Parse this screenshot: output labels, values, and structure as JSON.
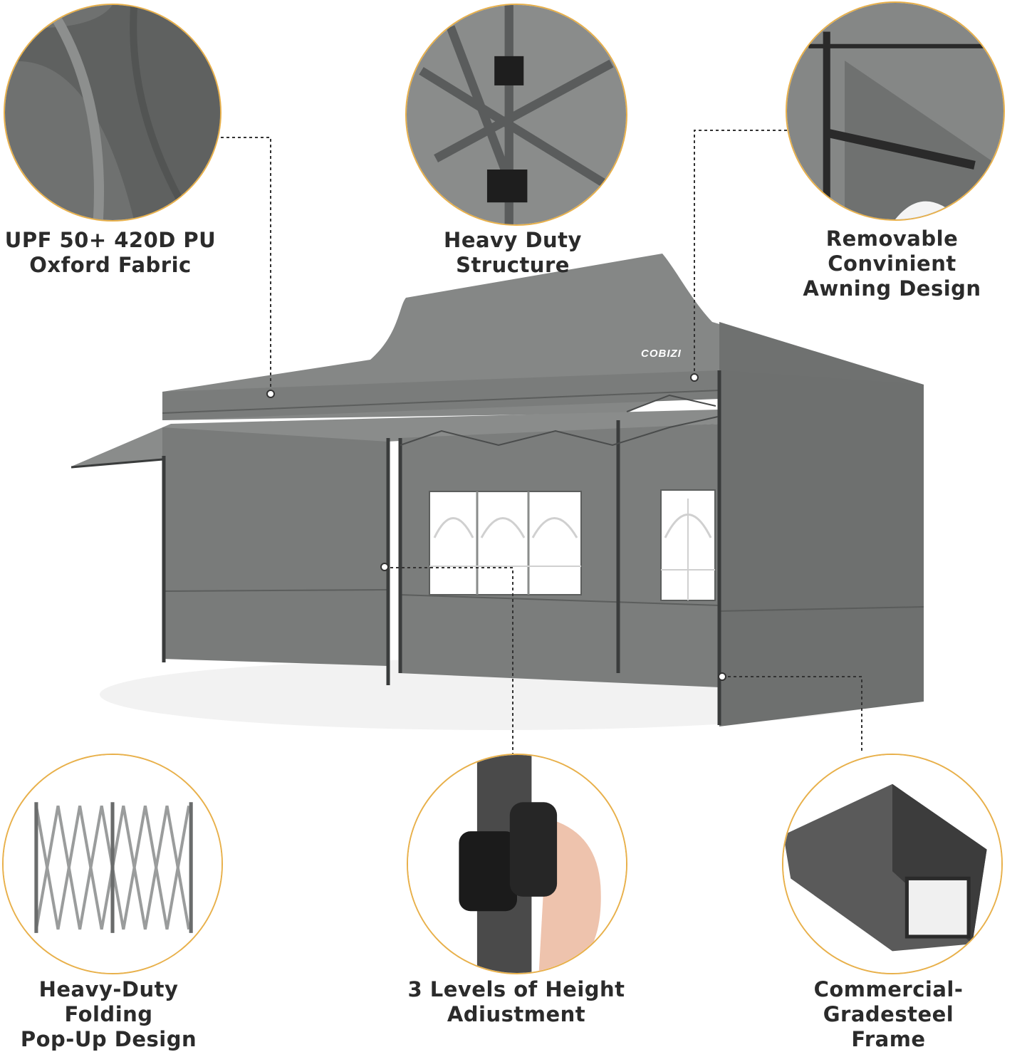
{
  "brand": {
    "logo_text": "COBIZI",
    "color": "#f0a21e"
  },
  "colors": {
    "canopy": "#7d7f7e",
    "canopy_dark": "#6c6e6d",
    "sidewall": "#767877",
    "frame": "#3a3c3c",
    "accent_border": "#e8b04a",
    "callout_line": "#333333"
  },
  "features": [
    {
      "id": "fabric",
      "label_line1": "UPF 50+ 420D PU",
      "label_line2": "Oxford Fabric"
    },
    {
      "id": "structure",
      "label_line1": "Heavy Duty Structure",
      "label_line2": ""
    },
    {
      "id": "awning",
      "label_line1": "Removable Convinient",
      "label_line2": "Awning Design"
    },
    {
      "id": "folding",
      "label_line1": "Heavy-Duty Folding",
      "label_line2": "Pop-Up Design"
    },
    {
      "id": "height",
      "label_line1": "3 Levels of Height",
      "label_line2": "Adiustment"
    },
    {
      "id": "steel",
      "label_line1": "Commercial-Gradesteel",
      "label_line2": "Frame"
    }
  ]
}
